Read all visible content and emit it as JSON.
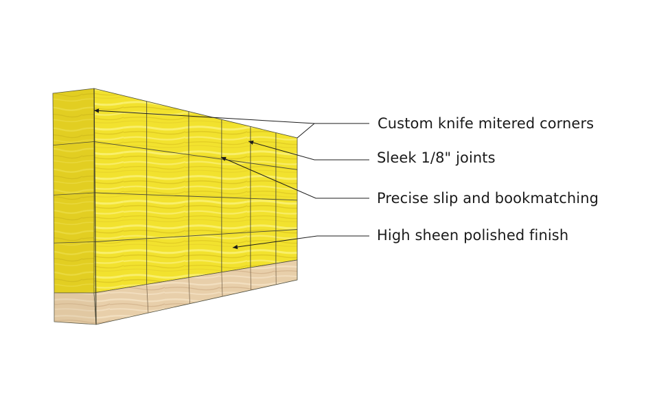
{
  "colors": {
    "stone_face": "#f2e22e",
    "stone_vein": "#d9c21f",
    "stone_highlight": "#fbf27a",
    "stone_side": "#ddc81d",
    "base_face": "#e8cfaa",
    "base_vein": "#c9a77f",
    "base_side": "#cdb28d",
    "edge": "#4a4a3a",
    "leader": "#1a1a1a"
  },
  "callouts": [
    {
      "text": "Custom knife mitered corners"
    },
    {
      "text": "Sleek 1/8\" joints"
    },
    {
      "text": "Precise slip and bookmatching"
    },
    {
      "text": "High sheen polished finish"
    }
  ]
}
